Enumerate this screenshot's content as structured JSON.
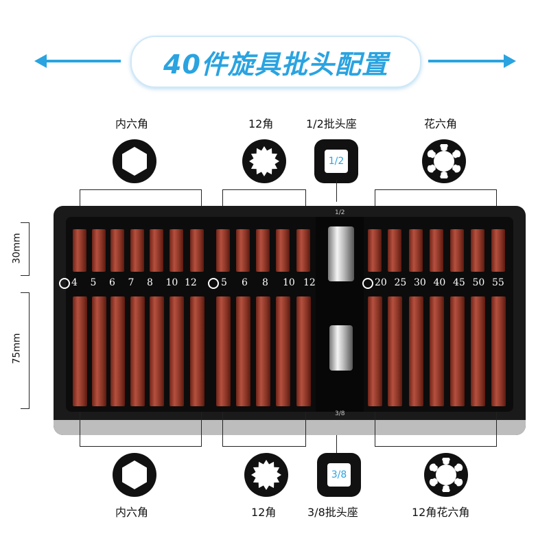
{
  "header": {
    "title": "40件旋具批头配置"
  },
  "top_labels": {
    "hex": "内六角",
    "twelve": "12角",
    "holder_half": "1/2批头座",
    "torx": "花六角"
  },
  "bottom_labels": {
    "hex": "内六角",
    "twelve": "12角",
    "holder_38": "3/8批头座",
    "torx12": "12角花六角"
  },
  "holder_icons": {
    "half": "1/2",
    "three_eighths": "3/8"
  },
  "dimensions": {
    "short": "30mm",
    "long": "75mm"
  },
  "hex_sizes": [
    "4",
    "5",
    "6",
    "7",
    "8",
    "10",
    "12"
  ],
  "twelve_sizes": [
    "5",
    "6",
    "8",
    "10",
    "12"
  ],
  "torx_sizes": [
    "20",
    "25",
    "30",
    "40",
    "45",
    "50",
    "55"
  ],
  "tray_marks": {
    "top": "1/2",
    "bottom": "3/8"
  },
  "icons": [
    "hexagon-icon",
    "twelve-point-star-icon",
    "square-drive-icon",
    "torx-star-icon"
  ],
  "colors": {
    "accent": "#2aa3e0",
    "tray": "#1a1a1a",
    "bit": "#8a3526"
  }
}
